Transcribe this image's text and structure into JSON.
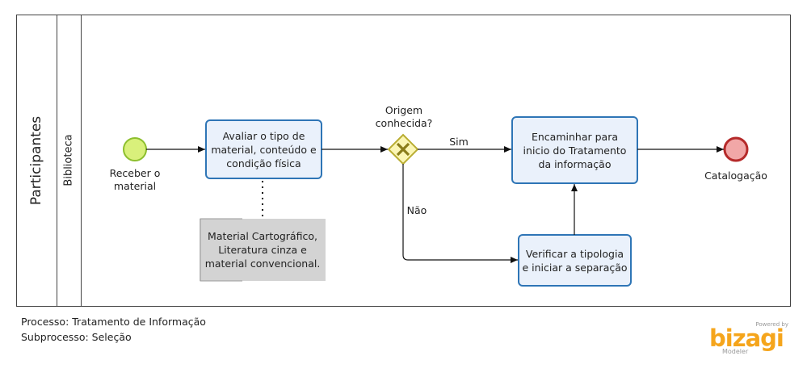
{
  "pool": {
    "label": "Participantes"
  },
  "lane": {
    "label": "Biblioteca"
  },
  "start_event": {
    "label": "Receber o material"
  },
  "tasks": {
    "avaliar": "Avaliar o tipo de material, conteúdo e condição física",
    "encaminhar": "Encaminhar para inicio do Tratamento da informação",
    "verificar": "Verificar a tipologia e iniciar a separação"
  },
  "annotation": {
    "text": "Material  Cartográfico, Literatura cinza e material convencional."
  },
  "gateway": {
    "label": "Origem conhecida?",
    "yes_label": "Sim",
    "no_label": "Não"
  },
  "end_event": {
    "label": "Catalogação"
  },
  "footer": {
    "processo": "Processo: Tratamento de Informação",
    "subprocesso": "Subprocesso: Seleção"
  },
  "logo": {
    "powered": "Powered by",
    "name": "bizagi",
    "sub": "Modeler"
  },
  "colors": {
    "task_fill": "#eaf1fb",
    "task_border": "#2e75b6",
    "start_fill": "#d9f07b",
    "start_border": "#8dbf2e",
    "end_fill": "#f1a7a7",
    "end_border": "#b52a2a",
    "gateway_fill": "#fbf6b4",
    "gateway_border": "#b9ad32",
    "annotation_fill": "#d3d3d3",
    "brand": "#f5a51c"
  }
}
